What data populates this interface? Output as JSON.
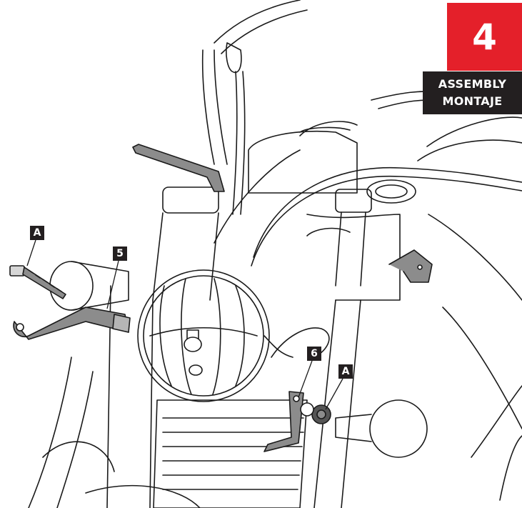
{
  "step": {
    "number": "4",
    "title_en": "ASSEMBLY",
    "title_es": "MONTAJE",
    "accent_color": "#e4202a",
    "label_color": "#231f20"
  },
  "callouts": [
    {
      "id": "A",
      "part": "bolt"
    },
    {
      "id": "5",
      "part": "left-bracket"
    },
    {
      "id": "6",
      "part": "right-bracket"
    },
    {
      "id": "A",
      "part": "nut"
    }
  ],
  "colors": {
    "line": "#1a1a1a",
    "part_fill": "#8c8c8c",
    "background": "#ffffff"
  }
}
